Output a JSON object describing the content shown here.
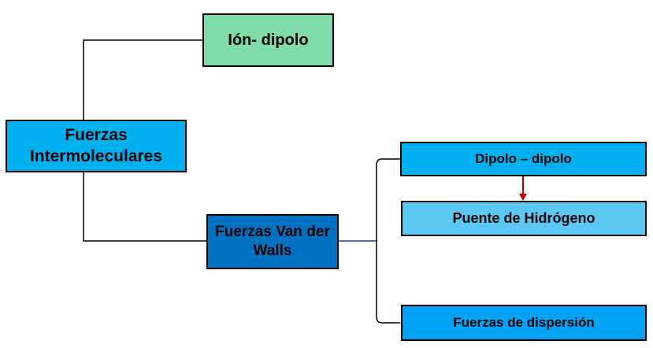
{
  "colors": {
    "ion_dipolo": "#7fdba8",
    "fuerzas_intermoleculares": "#00b0f0",
    "van_der_walls": "#0070c0",
    "dipolo_dipolo": "#00b0f0",
    "puente_hidrogeno": "#5bc8f3",
    "dispersion": "#00a2f4",
    "connector": "#000000",
    "connector_vdw": "#1f3a93",
    "arrow": "#c00000"
  },
  "nodes": {
    "ion_dipolo": "Ión- dipolo",
    "fuerzas_intermoleculares": "Fuerzas Intermoleculares",
    "van_der_walls": "Fuerzas Van der Walls",
    "dipolo_dipolo": "Dipolo – dipolo",
    "puente_hidrogeno": "Puente de Hidrógeno",
    "dispersion": "Fuerzas de dispersión"
  }
}
